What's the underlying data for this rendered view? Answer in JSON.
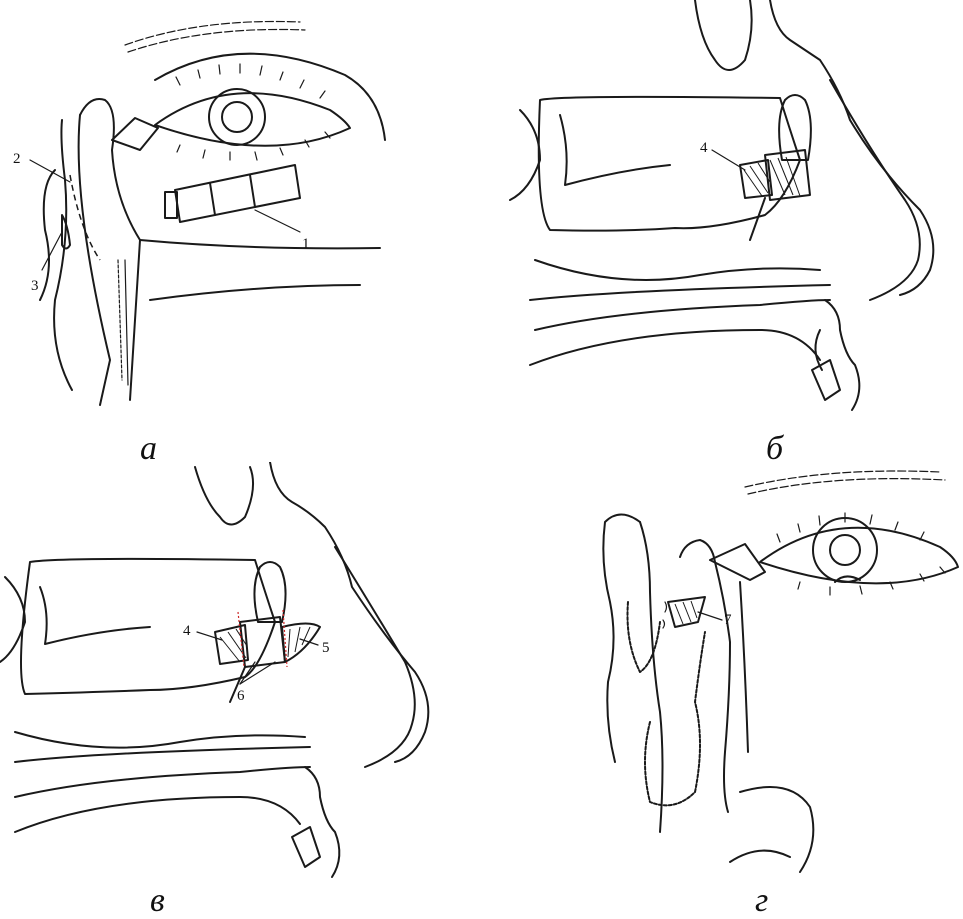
{
  "panels": [
    {
      "caption": "а",
      "labels": [
        "1",
        "2",
        "3"
      ]
    },
    {
      "caption": "б",
      "labels": [
        "4"
      ]
    },
    {
      "caption": "в",
      "labels": [
        "4",
        "5",
        "6"
      ]
    },
    {
      "caption": "г",
      "labels": [
        "7"
      ]
    }
  ]
}
